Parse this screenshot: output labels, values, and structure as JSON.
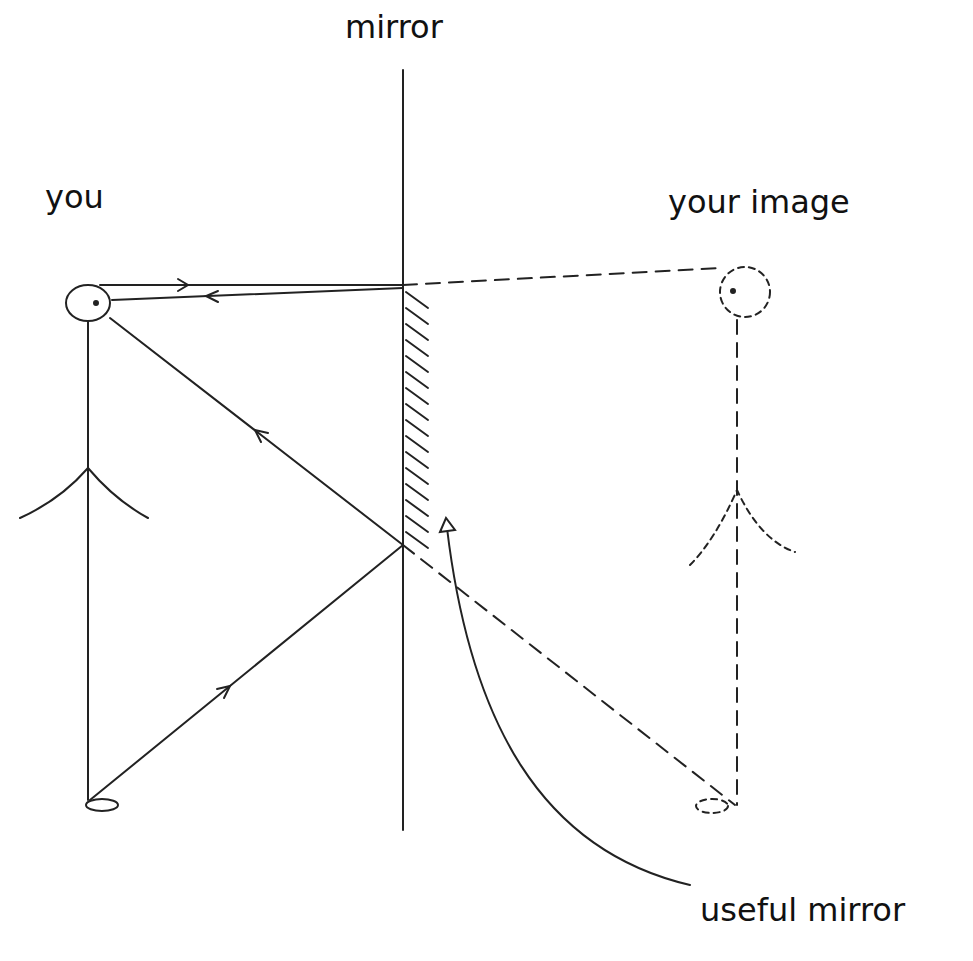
{
  "diagram": {
    "labels": [
      "mirror",
      "you",
      "your image",
      "useful mirror"
    ]
  }
}
